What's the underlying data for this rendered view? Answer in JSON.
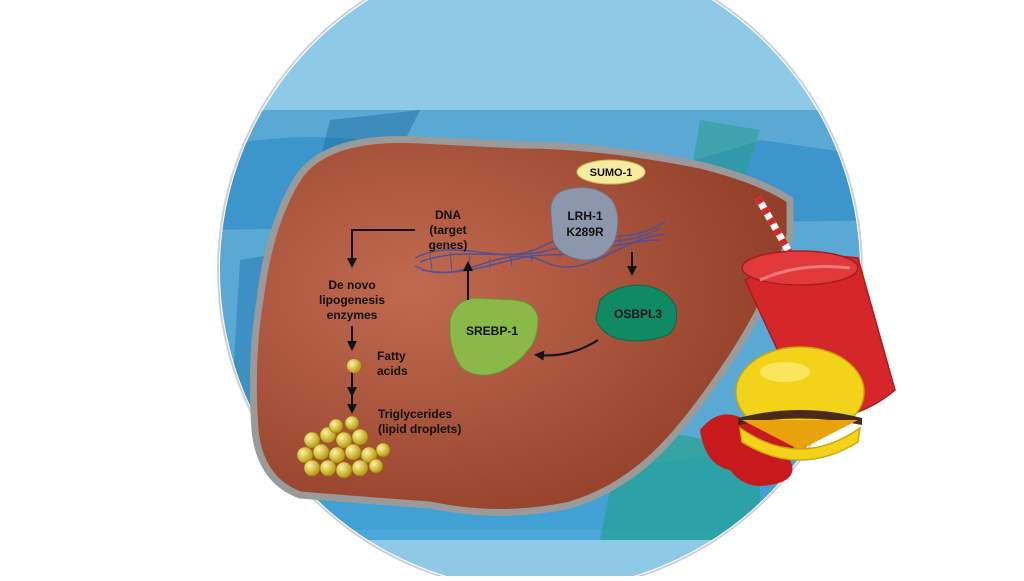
{
  "labels": {
    "sumo": "SUMO-1",
    "lrh_line1": "LRH-1",
    "lrh_line2": "K289R",
    "dna_line1": "DNA",
    "dna_line2": "(target",
    "dna_line3": "genes)",
    "osbpl3": "OSBPL3",
    "srebp": "SREBP-1",
    "denovo_line1": "De novo",
    "denovo_line2": "lipogenesis",
    "denovo_line3": "enzymes",
    "fatty_line1": "Fatty",
    "fatty_line2": "acids",
    "tri_line1": "Triglycerides",
    "tri_line2": "(lipid droplets)"
  },
  "colors": {
    "circle_bg": "#8ecae6",
    "liver": "#a8472f",
    "liver_edge": "#9a9a9a",
    "lrh": "#8d97ab",
    "sumo": "#f5eca0",
    "osbpl3": "#0f8a63",
    "srebp": "#8ab94a",
    "droplet": "#e2c733",
    "cup": "#d5262a",
    "burger_bun": "#f2d31a",
    "dna": "#4b4f9e"
  },
  "icons": [
    "soda-cup-icon",
    "burger-icon",
    "lipid-droplets-icon",
    "fatty-acid-icon"
  ]
}
